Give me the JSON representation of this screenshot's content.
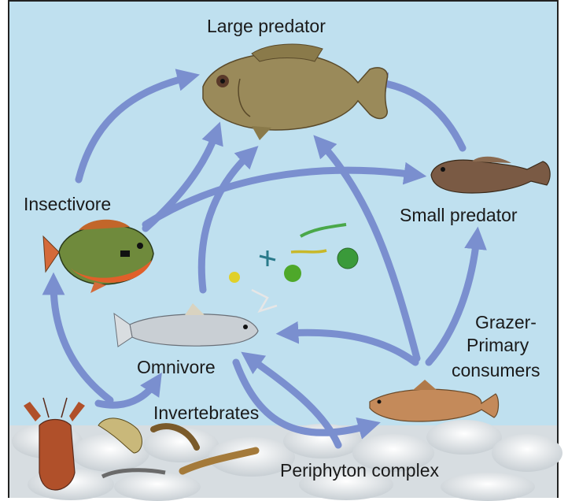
{
  "labels": {
    "large_predator": "Large predator",
    "insectivore": "Insectivore",
    "small_predator": "Small predator",
    "grazer_line1": "Grazer-",
    "grazer_line2": "Primary",
    "grazer_line3": "consumers",
    "omnivore": "Omnivore",
    "invertebrates": "Invertebrates",
    "periphyton": "Periphyton complex"
  },
  "colors": {
    "water": "#bfe0ef",
    "arrow": "#7a8fcf",
    "substrate": "#dfe3e6"
  }
}
